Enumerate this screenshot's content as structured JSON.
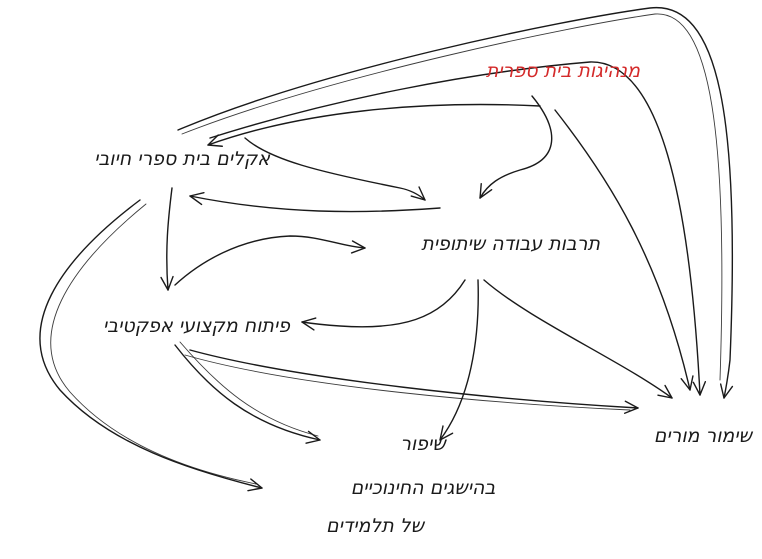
{
  "colors": {
    "ink": "#1a1a1a",
    "accent": "#d42a2a"
  },
  "nodes": {
    "school_leadership": "מנהיגות בית ספרית",
    "positive_climate": "אקלים בית ספרי חיובי",
    "collaborative_culture": "תרבות עבודה שיתופית",
    "professional_development": "פיתוח מקצועי אפקטיבי",
    "teacher_retention": "שימור מורים",
    "achievement_line1": "שיפור",
    "achievement_line2": "בהישגים החינוכיים",
    "achievement_line3": "של תלמידים"
  }
}
